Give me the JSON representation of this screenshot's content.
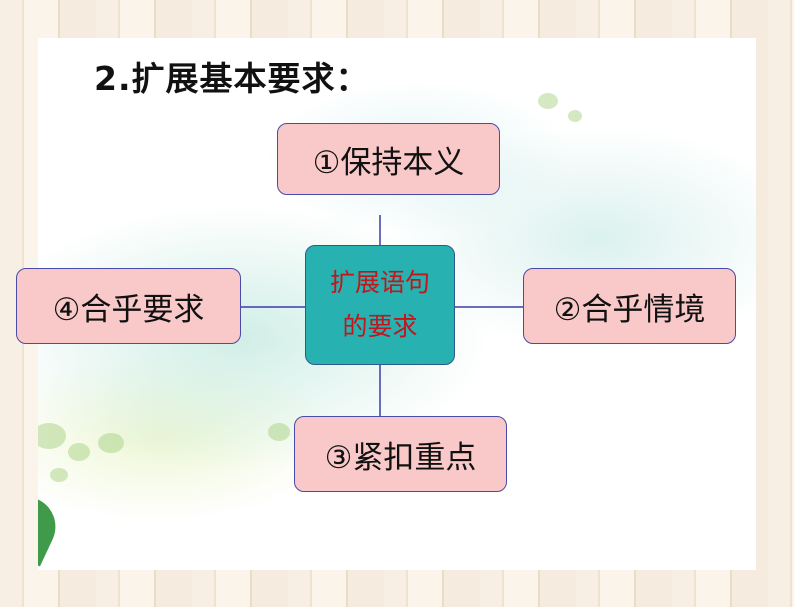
{
  "title": "2.扩展基本要求：",
  "center_label": {
    "line1": "扩展语句",
    "line2": "的要求"
  },
  "requirements": {
    "top": "①保持本义",
    "right": "②合乎情境",
    "bottom": "③紧扣重点",
    "left": "④合乎要求"
  },
  "colors": {
    "box_fill": "#f9c9c9",
    "box_border": "#4a4aa8",
    "center_fill": "#27b1b1",
    "center_text": "#c0161c",
    "connector": "#3c3ca8"
  }
}
